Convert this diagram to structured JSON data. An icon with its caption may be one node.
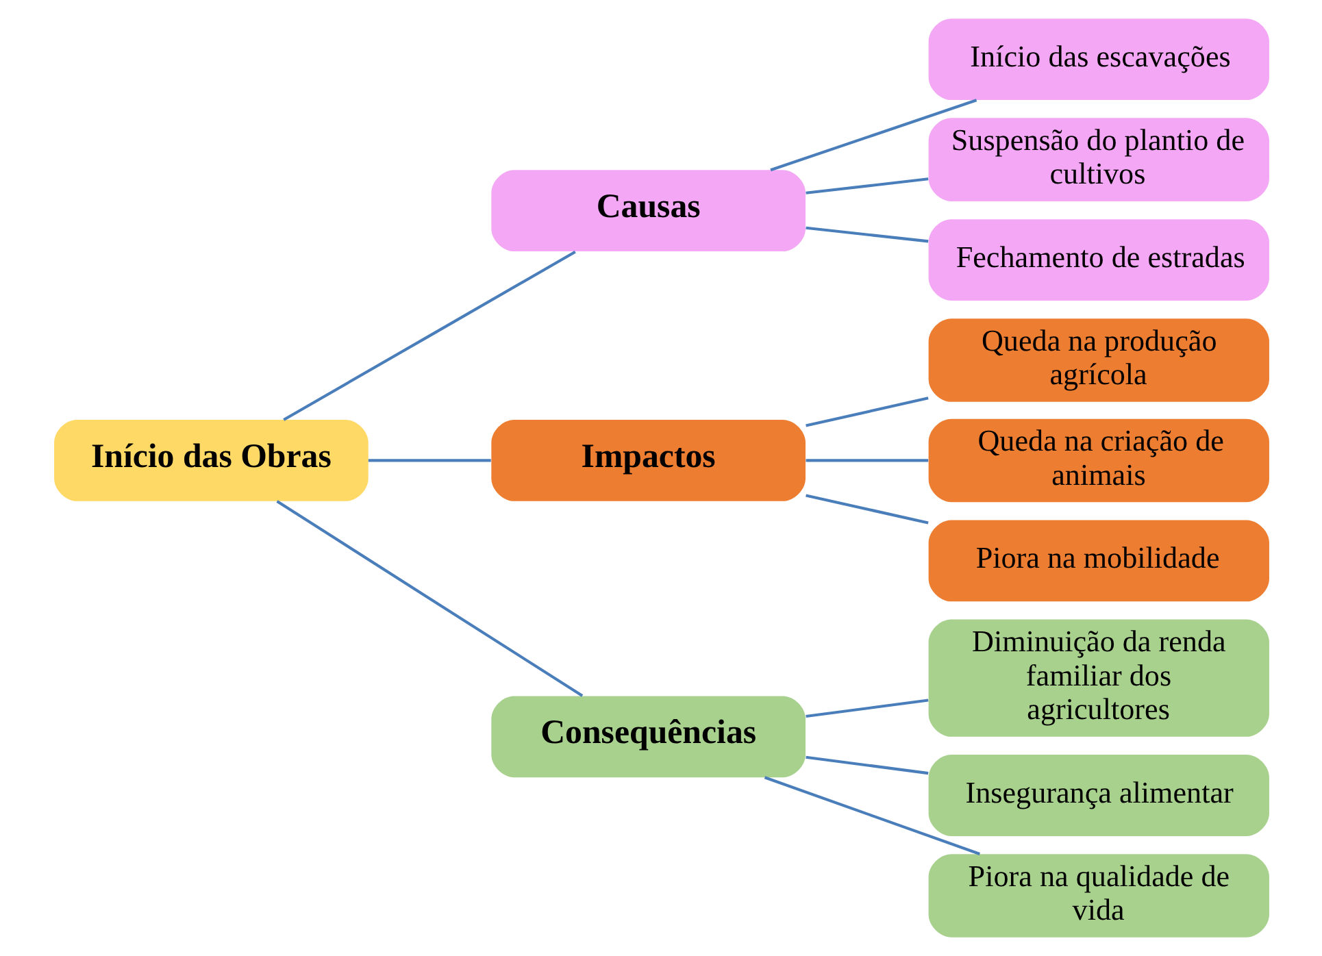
{
  "diagram": {
    "nodes": [
      {
        "text": [
          "Início das Obras"
        ]
      },
      {
        "text": [
          "Causas"
        ]
      },
      {
        "text": [
          "Impactos"
        ]
      },
      {
        "text": [
          "Consequências"
        ]
      },
      {
        "text": [
          "Início das escavações"
        ]
      },
      {
        "text": [
          "Suspensão do plantio de cultivos"
        ]
      },
      {
        "text": [
          "Fechamento de estradas"
        ]
      },
      {
        "text": [
          "Queda na produção agrícola"
        ]
      },
      {
        "text": [
          "Queda na criação de animais"
        ]
      },
      {
        "text": [
          "Piora na mobilidade"
        ]
      },
      {
        "text": [
          "Diminuição da renda familiar dos agricultores"
        ]
      },
      {
        "text": [
          "Insegurança alimentar"
        ]
      },
      {
        "text": [
          "Piora na qualidade de vida"
        ]
      }
    ],
    "edges": [
      {
        "from": 0,
        "to": 1,
        "arrow": "none"
      },
      {
        "from": 0,
        "to": 2,
        "arrow": "none"
      },
      {
        "from": 0,
        "to": 3,
        "arrow": "none"
      },
      {
        "from": 1,
        "to": 4,
        "arrow": "none"
      },
      {
        "from": 1,
        "to": 5,
        "arrow": "none"
      },
      {
        "from": 1,
        "to": 6,
        "arrow": "none"
      },
      {
        "from": 2,
        "to": 7,
        "arrow": "none"
      },
      {
        "from": 2,
        "to": 8,
        "arrow": "none"
      },
      {
        "from": 2,
        "to": 9,
        "arrow": "none"
      },
      {
        "from": 3,
        "to": 10,
        "arrow": "none"
      },
      {
        "from": 3,
        "to": 11,
        "arrow": "none"
      },
      {
        "from": 3,
        "to": 12,
        "arrow": "none"
      }
    ]
  }
}
